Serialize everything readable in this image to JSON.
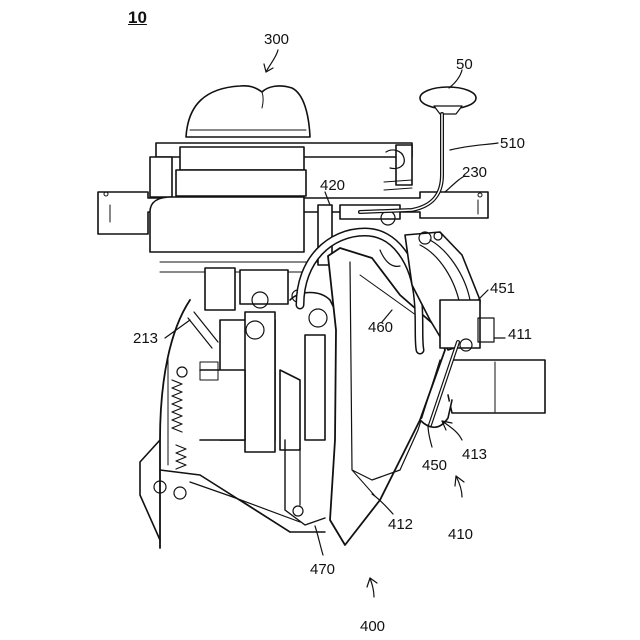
{
  "figure": {
    "number": "10"
  },
  "callouts": {
    "c300": "300",
    "c50": "50",
    "c510": "510",
    "c230": "230",
    "c420": "420",
    "c451": "451",
    "c411": "411",
    "c213": "213",
    "c460": "460",
    "c413": "413",
    "c450": "450",
    "c410": "410",
    "c412": "412",
    "c470": "470",
    "c400": "400"
  },
  "colors": {
    "ink": "#111111",
    "paper": "#ffffff"
  }
}
